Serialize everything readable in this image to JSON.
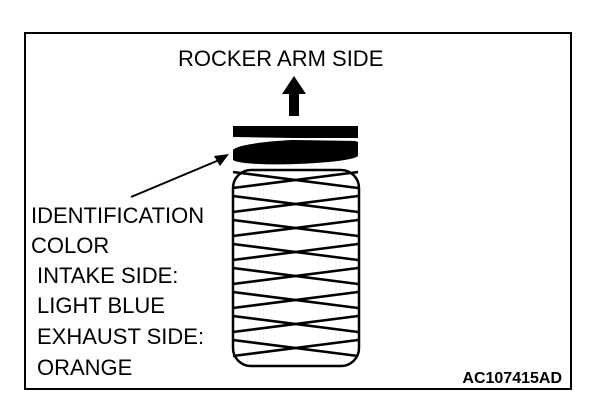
{
  "header": "ROCKER ARM SIDE",
  "identification": {
    "line1": "IDENTIFICATION",
    "line2": "COLOR",
    "line3": "INTAKE SIDE:",
    "line4": "LIGHT BLUE",
    "line5": "EXHAUST SIDE:",
    "line6": "ORANGE"
  },
  "figure_code": "AC107415AD",
  "icons": {
    "direction": "arrow-up-icon"
  },
  "colors": {
    "ink": "#000000",
    "paper": "#ffffff"
  }
}
